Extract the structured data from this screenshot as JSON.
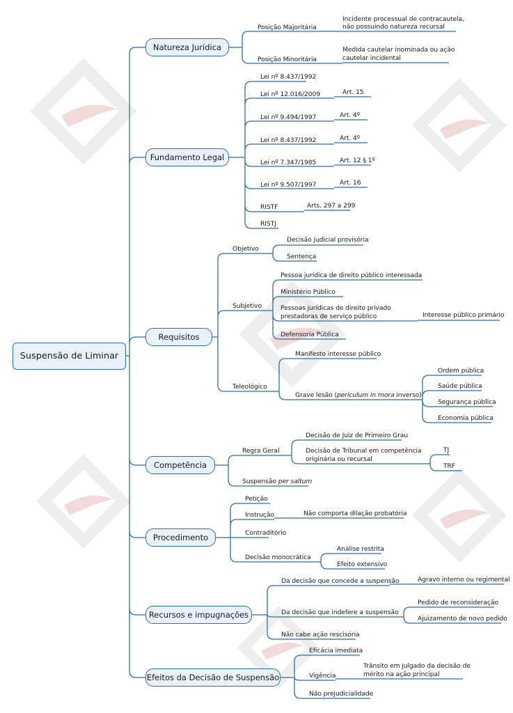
{
  "root": {
    "label": "Suspensão de Liminar"
  },
  "branches": {
    "natureza": {
      "label": "Natureza Jurídica",
      "majoritaria": {
        "label": "Posição Majoritária",
        "detail": [
          "Incidente processual de contracautela,",
          "não possuindo natureza recursal"
        ]
      },
      "minoritaria": {
        "label": "Posição Minoritária",
        "detail": [
          "Medida cautelar inominada ou ação",
          "cautelar incidental"
        ]
      }
    },
    "fundamento": {
      "label": "Fundamento Legal",
      "items": [
        {
          "label": "Lei nº 8.437/1992",
          "detail": ""
        },
        {
          "label": "Lei nº 12.016/2009",
          "detail": "Art. 15"
        },
        {
          "label": "Lei nº 9.494/1997",
          "detail": "Art. 4º"
        },
        {
          "label": "Lei nº 8.437/1992",
          "detail": "Art. 4º"
        },
        {
          "label": "Lei nº 7.347/1985",
          "detail": "Art. 12 § 1º"
        },
        {
          "label": "Lei nº 9.507/1997",
          "detail": "Art. 16"
        },
        {
          "label": "RISTF",
          "detail": "Arts. 297 a 299"
        },
        {
          "label": "RISTJ",
          "detail": ""
        }
      ]
    },
    "requisitos": {
      "label": "Requisitos",
      "objetivo": {
        "label": "Objetivo",
        "items": [
          "Decisão judicial provisória",
          "Sentença"
        ]
      },
      "subjetivo": {
        "label": "Subjetivo",
        "items": [
          "Pessoa jurídica de direito público interessada",
          "Ministério Público"
        ],
        "privado": [
          "Pessoas jurídicas de direito privado",
          "prestadoras de serviço público"
        ],
        "privado_detail": "Interesse público primário",
        "defensoria": "Defensoria Pública"
      },
      "teleologico": {
        "label": "Teleológico",
        "manifesto": "Manifesto interesse público",
        "grave_pre": "Grave lesão (",
        "grave_em": "periculum in mora",
        "grave_post": " inverso)",
        "ordens": [
          "Ordem pública",
          "Saúde pública",
          "Segurança pública",
          "Economia pública"
        ]
      }
    },
    "competencia": {
      "label": "Competência",
      "regra": {
        "label": "Regra Geral",
        "primeiro": "Decisão de Juiz de Primeiro Grau",
        "tribunal": [
          "Decisão de Tribunal em competência",
          "originária ou recursal"
        ],
        "tribunais": [
          "TJ",
          "TRF"
        ]
      },
      "saltum_pre": "Suspensão ",
      "saltum_em": "per saltum"
    },
    "procedimento": {
      "label": "Procedimento",
      "peticao": "Petição",
      "instrucao": "Instrução",
      "instrucao_detail": "Não comporta dilação probatória",
      "contraditorio": "Contraditório",
      "decisao": "Decisão monocrática",
      "decisao_items": [
        "Análise restrita",
        "Efeito extensivo"
      ]
    },
    "recursos": {
      "label": "Recursos e impugnações",
      "concede": "Da decisão que concede a suspensão",
      "concede_detail": "Agravo interno ou regimental",
      "indefere": "Da decisão que indefere a suspensão",
      "indefere_items": [
        "Pedido de reconsideração",
        "Ajuizamento de novo pedido"
      ],
      "rescisoria": "Não cabe ação rescisória"
    },
    "efeitos": {
      "label": "Efeitos da Decisão de Suspensão",
      "eficacia": "Eficácia imediata",
      "vigencia": "Vigência",
      "vigencia_detail": [
        "Trânsito em julgado da decisão de",
        "mérito na ação principal"
      ],
      "prejudicialidade": "Não prejudicialidade"
    }
  },
  "colors": {
    "line": "#2f6ea8",
    "box_fill": "#e9f2fb",
    "watermark": "#f3dada",
    "watermark_gray": "#eeeeee"
  }
}
